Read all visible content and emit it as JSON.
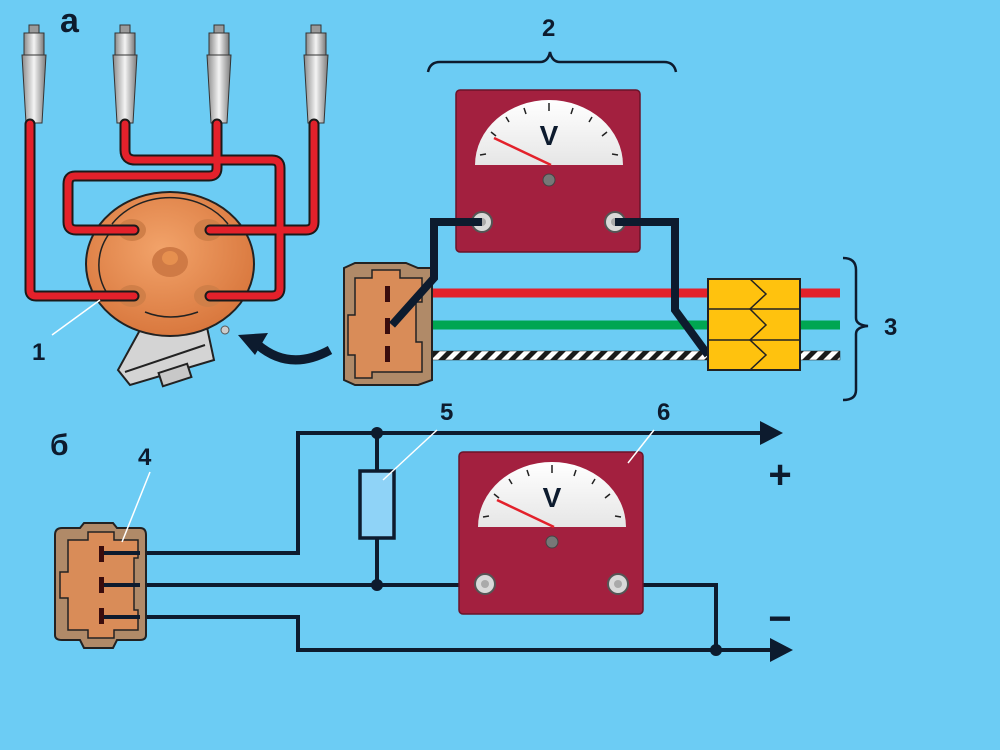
{
  "labels": {
    "section_a": "а",
    "section_b": "б",
    "item_1": "1",
    "item_2": "2",
    "item_3": "3",
    "item_4": "4",
    "item_5": "5",
    "item_6": "6",
    "plus": "+",
    "minus": "−"
  },
  "meters": {
    "top": {
      "unit": "V"
    },
    "bottom": {
      "unit": "V"
    }
  },
  "colors": {
    "background": "#6cccf4",
    "wire_red": "#e3212b",
    "wire_green": "#00a651",
    "wire_black": "#0d1b2e",
    "meter_body": "#a3203f",
    "connector": "#d98c58",
    "connector_outer": "#b08a68",
    "distributor": "#e79257",
    "terminal_block": "#ffc20e",
    "resistor": "#8fd3f7"
  }
}
